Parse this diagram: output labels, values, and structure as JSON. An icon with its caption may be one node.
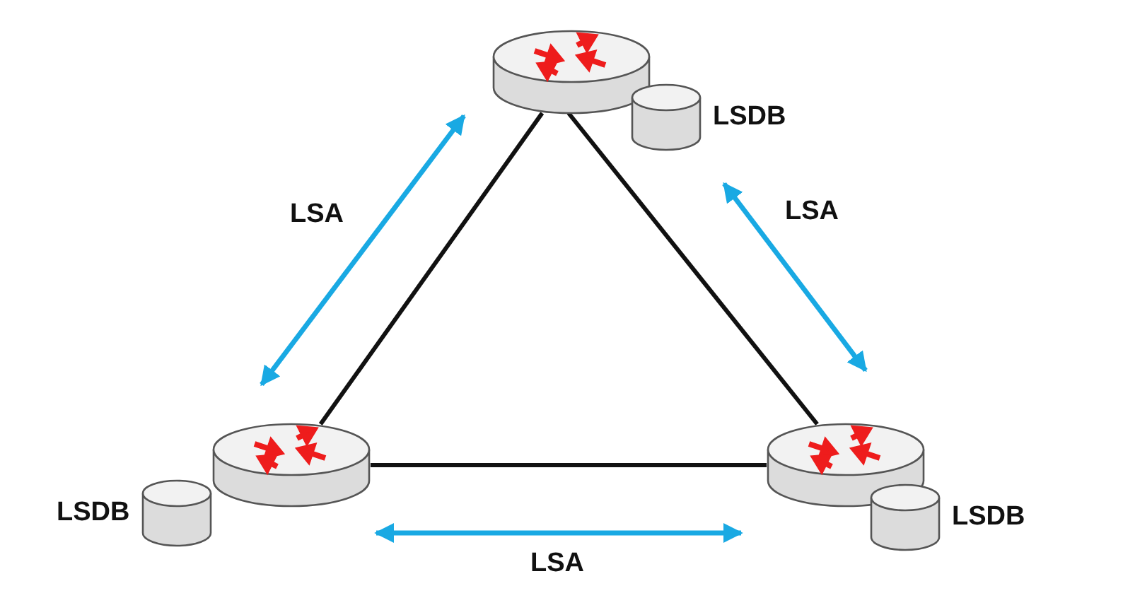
{
  "diagram": {
    "nodes": [
      {
        "text": [],
        "shape": "cylinder"
      },
      {
        "text": [],
        "shape": "cylinder",
        "beside": [
          "LSDB"
        ]
      },
      {
        "text": [],
        "shape": "cylinder"
      },
      {
        "text": [],
        "shape": "cylinder",
        "beside": [
          "LSDB"
        ]
      },
      {
        "text": [],
        "shape": "cylinder"
      },
      {
        "text": [],
        "shape": "cylinder",
        "beside": [
          "LSDB"
        ]
      }
    ],
    "edges": [
      {
        "from": 0,
        "to": 2,
        "arrow": "none"
      },
      {
        "from": 0,
        "to": 4,
        "arrow": "none"
      },
      {
        "from": 2,
        "to": 4,
        "arrow": "none"
      }
    ],
    "labels": [
      "LSA",
      "LSA",
      "LSA"
    ]
  }
}
